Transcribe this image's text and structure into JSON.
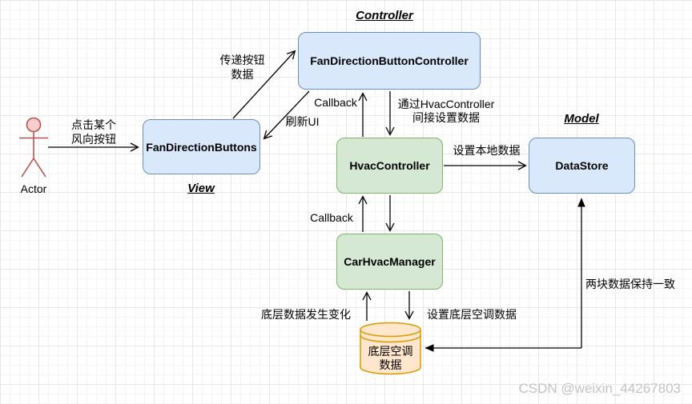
{
  "headings": {
    "controller": "Controller",
    "view": "View",
    "model": "Model"
  },
  "actor": {
    "label": "Actor"
  },
  "nodes": {
    "fan_direction_buttons": {
      "label": "FanDirectionButtons"
    },
    "fan_direction_button_controller": {
      "label": "FanDirectionButtonController"
    },
    "hvac_controller": {
      "label": "HvacController"
    },
    "car_hvac_manager": {
      "label": "CarHvacManager"
    },
    "data_store": {
      "label": "DataStore"
    },
    "hvac_database": {
      "lines": [
        "底层空调",
        "数据"
      ]
    }
  },
  "edges": {
    "click_fan_button": {
      "lines": [
        "点击某个",
        "风向按钮"
      ]
    },
    "pass_button_data": {
      "lines": [
        "传递按钮",
        "数据"
      ]
    },
    "refresh_ui": {
      "label": "刷新UI"
    },
    "callback_top": {
      "label": "Callback"
    },
    "via_hvac_controller": {
      "lines": [
        "通过HvacController",
        "间接设置数据"
      ]
    },
    "set_local_data": {
      "label": "设置本地数据"
    },
    "callback_bottom": {
      "label": "Callback"
    },
    "underlying_data_changed": {
      "label": "底层数据发生变化"
    },
    "set_underlying_hvac_data": {
      "label": "设置底层空调数据"
    },
    "keep_data_consistent": {
      "label": "两块数据保持一致"
    }
  },
  "watermark": {
    "text": "CSDN @weixin_44267803"
  },
  "colors": {
    "node_blue_fill": "#dae8fc",
    "node_blue_border": "#6c8ebf",
    "node_green_fill": "#d5e8d4",
    "node_green_border": "#82b366",
    "database_fill": "#ffe6cc",
    "database_border": "#d79b00",
    "actor_fill": "#f8cecc",
    "actor_stroke": "#b85450",
    "connector": "#000000",
    "watermark": "#c3c3c3"
  }
}
